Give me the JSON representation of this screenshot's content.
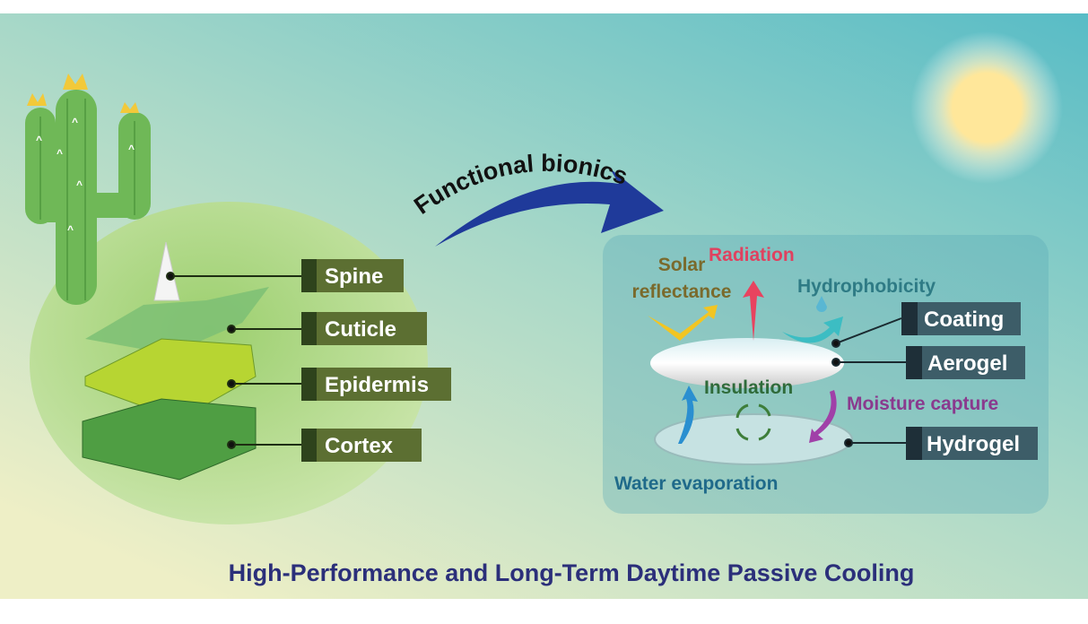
{
  "header": {
    "arrow_label": "Functional bionics"
  },
  "cactus_layers": [
    {
      "label": "Spine"
    },
    {
      "label": "Cuticle"
    },
    {
      "label": "Epidermis"
    },
    {
      "label": "Cortex"
    }
  ],
  "material": {
    "functions": {
      "solar_reflectance": [
        "Solar",
        "reflectance"
      ],
      "radiation": "Radiation",
      "hydrophobicity": "Hydrophobicity",
      "insulation": "Insulation",
      "moisture_capture": "Moisture capture",
      "water_evaporation": "Water evaporation"
    },
    "layers": [
      {
        "label": "Coating"
      },
      {
        "label": "Aerogel"
      },
      {
        "label": "Hydrogel"
      }
    ]
  },
  "footer": {
    "title": "High-Performance and Long-Term Daytime Passive Cooling"
  },
  "colors": {
    "title": "#2b2f7a",
    "radiation": "#e0415f",
    "solar": "#7a6a2c",
    "hydrophobicity": "#2e7b85",
    "insulation": "#2f6b3a",
    "moisture": "#8a3a8e",
    "water": "#1f6a8a",
    "arrow": "#1f3a9a"
  }
}
